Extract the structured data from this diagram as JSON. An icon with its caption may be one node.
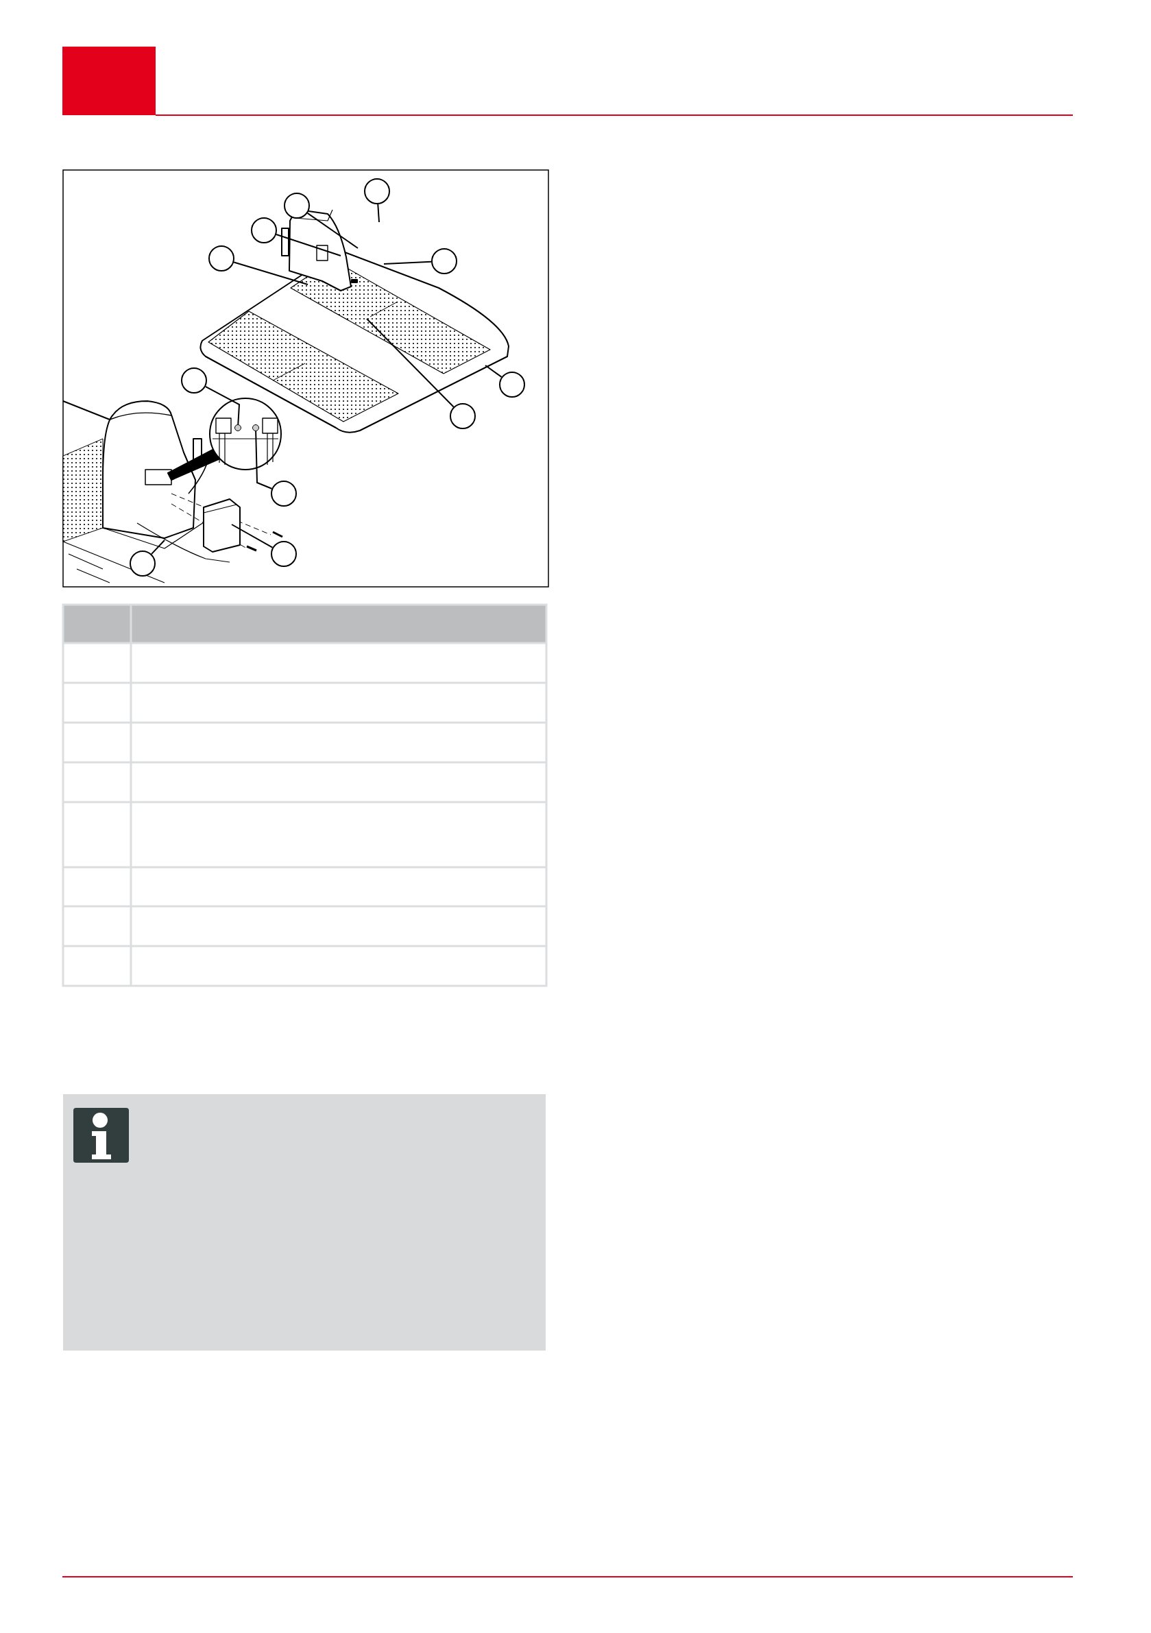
{
  "diagram": {
    "nodes": [
      {
        "text": [],
        "shape": "circle"
      },
      {
        "text": [],
        "shape": "circle"
      },
      {
        "text": [],
        "shape": "circle"
      },
      {
        "text": [],
        "shape": "circle"
      },
      {
        "text": [],
        "shape": "circle"
      },
      {
        "text": [],
        "shape": "circle"
      },
      {
        "text": [],
        "shape": "circle"
      },
      {
        "text": [],
        "shape": "circle"
      },
      {
        "text": [],
        "shape": "circle"
      },
      {
        "text": [],
        "shape": "circle"
      },
      {
        "text": [],
        "shape": "circle"
      },
      {
        "text": [],
        "shape": "circle"
      },
      {
        "text": [],
        "shape": "circle"
      }
    ],
    "edges": [
      {
        "from": 0,
        "to": null,
        "arrow": "none"
      },
      {
        "from": 1,
        "to": null,
        "arrow": "none"
      },
      {
        "from": 2,
        "to": null,
        "arrow": "none"
      },
      {
        "from": 3,
        "to": null,
        "arrow": "none"
      },
      {
        "from": 4,
        "to": null,
        "arrow": "none"
      },
      {
        "from": 5,
        "to": 11,
        "arrow": "none"
      },
      {
        "from": 6,
        "to": null,
        "arrow": "none"
      },
      {
        "from": 7,
        "to": null,
        "arrow": "none"
      },
      {
        "from": 8,
        "to": 12,
        "arrow": "none"
      },
      {
        "from": 9,
        "to": null,
        "arrow": "none"
      },
      {
        "from": 10,
        "to": null,
        "arrow": "none"
      }
    ]
  }
}
